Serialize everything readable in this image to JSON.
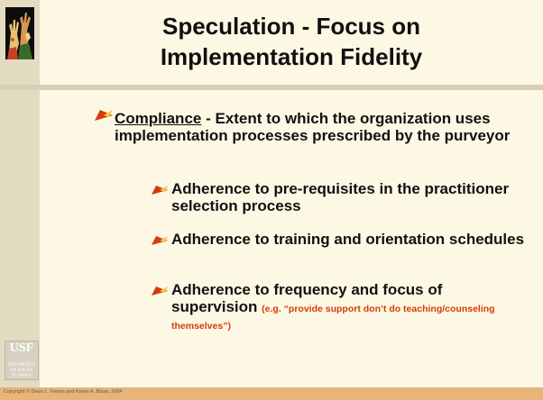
{
  "slide": {
    "title_line1": "Speculation - Focus on",
    "title_line2": "Implementation Fidelity",
    "main_bullet": {
      "term": "Compliance",
      "rest": " - Extent to which the organization uses implementation processes prescribed by the purveyor"
    },
    "sub_bullets": [
      {
        "text": "Adherence to pre-requisites in the practitioner selection process"
      },
      {
        "text": "Adherence to training and orientation schedules"
      },
      {
        "text": "Adherence to frequency and focus of supervision",
        "note": "(e.g. “provide support don’t do teaching/counseling themselves”)"
      }
    ]
  },
  "logo": {
    "text": "USF",
    "sub": "UNIVERSITY OF SOUTH FLORIDA"
  },
  "footer": {
    "copyright": "Copyright © Dean L. Fixsen and Karen A. Blase, 2004"
  },
  "colors": {
    "accent": "#d43b0c",
    "background": "#fdf8e4",
    "footer": "#e7b47a",
    "sidebar": "#e3dcc3"
  }
}
